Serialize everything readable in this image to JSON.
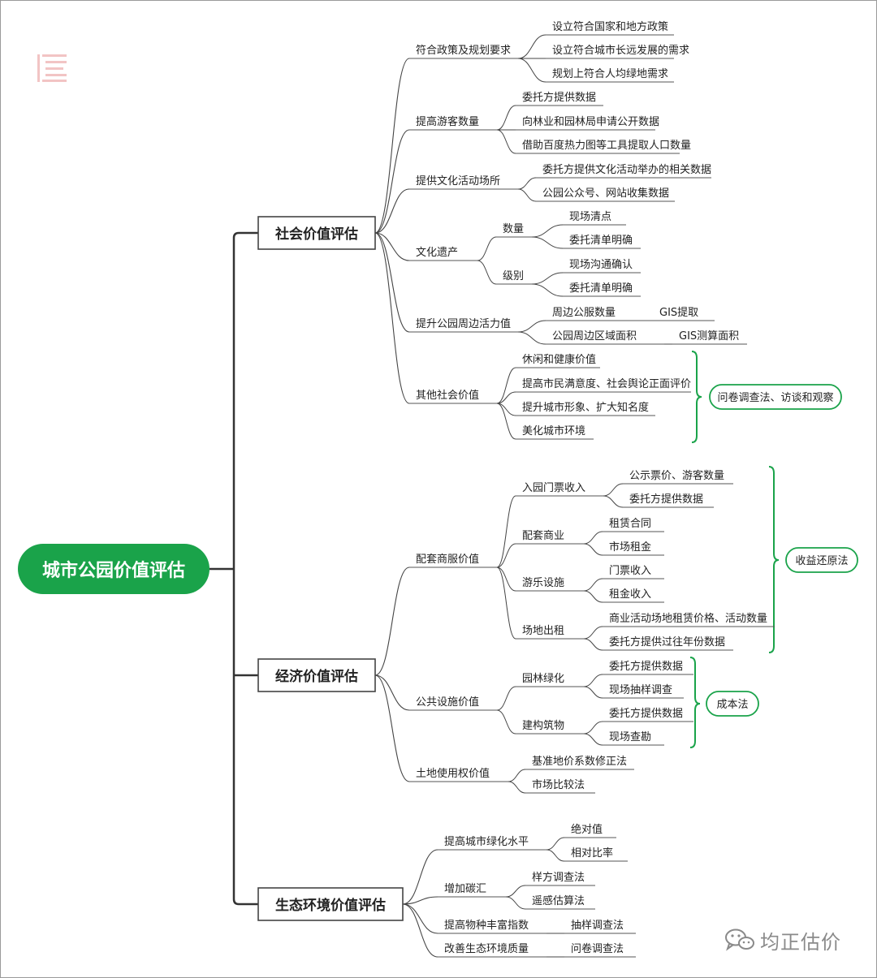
{
  "root": "城市公园价值评估",
  "branches": [
    {
      "label": "社会价值评估",
      "children": [
        {
          "label": "符合政策及规划要求",
          "children": [
            {
              "label": "设立符合国家和地方政策"
            },
            {
              "label": "设立符合城市长远发展的需求"
            },
            {
              "label": "规划上符合人均绿地需求"
            }
          ]
        },
        {
          "label": "提高游客数量",
          "children": [
            {
              "label": "委托方提供数据"
            },
            {
              "label": "向林业和园林局申请公开数据"
            },
            {
              "label": "借助百度热力图等工具提取人口数量"
            }
          ]
        },
        {
          "label": "提供文化活动场所",
          "children": [
            {
              "label": "委托方提供文化活动举办的相关数据"
            },
            {
              "label": "公园公众号、网站收集数据"
            }
          ]
        },
        {
          "label": "文化遗产",
          "children": [
            {
              "label": "数量",
              "children": [
                {
                  "label": "现场清点"
                },
                {
                  "label": "委托清单明确"
                }
              ]
            },
            {
              "label": "级别",
              "children": [
                {
                  "label": "现场沟通确认"
                },
                {
                  "label": "委托清单明确"
                }
              ]
            }
          ]
        },
        {
          "label": "提升公园周边活力值",
          "children": [
            {
              "label": "周边公服数量",
              "children": [
                {
                  "label": "GIS提取"
                }
              ]
            },
            {
              "label": "公园周边区域面积",
              "children": [
                {
                  "label": "GIS测算面积"
                }
              ]
            }
          ]
        },
        {
          "label": "其他社会价值",
          "children": [
            {
              "label": "休闲和健康价值"
            },
            {
              "label": "提高市民满意度、社会舆论正面评价"
            },
            {
              "label": "提升城市形象、扩大知名度"
            },
            {
              "label": "美化城市环境"
            }
          ]
        }
      ]
    },
    {
      "label": "经济价值评估",
      "children": [
        {
          "label": "配套商服价值",
          "children": [
            {
              "label": "入园门票收入",
              "children": [
                {
                  "label": "公示票价、游客数量"
                },
                {
                  "label": "委托方提供数据"
                }
              ]
            },
            {
              "label": "配套商业",
              "children": [
                {
                  "label": "租赁合同"
                },
                {
                  "label": "市场租金"
                }
              ]
            },
            {
              "label": "游乐设施",
              "children": [
                {
                  "label": "门票收入"
                },
                {
                  "label": "租金收入"
                }
              ]
            },
            {
              "label": "场地出租",
              "children": [
                {
                  "label": "商业活动场地租赁价格、活动数量"
                },
                {
                  "label": "委托方提供过往年份数据"
                }
              ]
            }
          ]
        },
        {
          "label": "公共设施价值",
          "children": [
            {
              "label": "园林绿化",
              "children": [
                {
                  "label": "委托方提供数据"
                },
                {
                  "label": "现场抽样调查"
                }
              ]
            },
            {
              "label": "建构筑物",
              "children": [
                {
                  "label": "委托方提供数据"
                },
                {
                  "label": "现场查勘"
                }
              ]
            }
          ]
        },
        {
          "label": "土地使用权价值",
          "children": [
            {
              "label": "基准地价系数修正法"
            },
            {
              "label": "市场比较法"
            }
          ]
        }
      ]
    },
    {
      "label": "生态环境价值评估",
      "children": [
        {
          "label": "提高城市绿化水平",
          "children": [
            {
              "label": "绝对值"
            },
            {
              "label": "相对比率"
            }
          ]
        },
        {
          "label": "增加碳汇",
          "children": [
            {
              "label": "样方调查法"
            },
            {
              "label": "遥感估算法"
            }
          ]
        },
        {
          "label": "提高物种丰富指数",
          "children": [
            {
              "label": "抽样调查法"
            }
          ]
        },
        {
          "label": "改善生态环境质量",
          "children": [
            {
              "label": "问卷调查法"
            }
          ]
        }
      ]
    }
  ],
  "callouts": [
    {
      "label": "问卷调查法、访谈和观察"
    },
    {
      "label": "收益还原法"
    },
    {
      "label": "成本法"
    }
  ],
  "watermark": "均正估价",
  "colors": {
    "root_fill": "#1aa34a",
    "callout_border": "#1aa34a",
    "line": "#444444",
    "underline": "#555555"
  }
}
